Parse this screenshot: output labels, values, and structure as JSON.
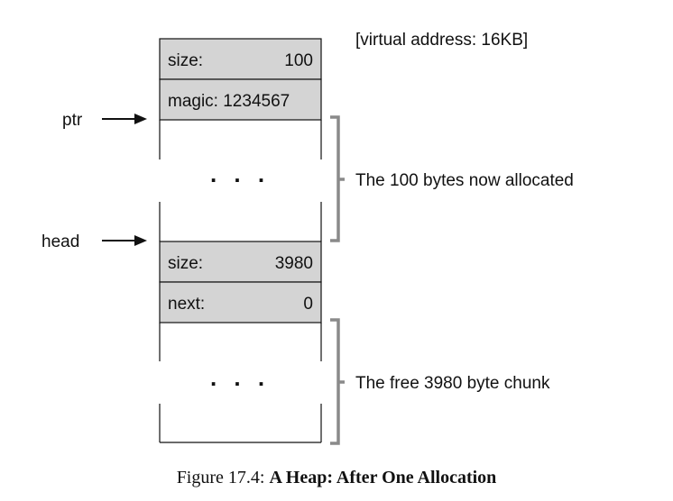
{
  "heap": {
    "address_note": "[virtual address: 16KB]",
    "header1": {
      "size_label": "size:",
      "size_value": "100",
      "magic": "magic: 1234567"
    },
    "allocated_ellipsis": ". . .",
    "allocated_label": "The 100 bytes now allocated",
    "header2": {
      "size_label": "size:",
      "size_value": "3980",
      "next_label": "next:",
      "next_value": "0"
    },
    "free_ellipsis": ". . .",
    "free_label": "The free 3980 byte chunk"
  },
  "pointers": {
    "ptr": "ptr",
    "head": "head"
  },
  "caption": {
    "prefix": "Figure 17.4: ",
    "title": "A Heap: After One Allocation"
  },
  "colors": {
    "header_fill": "#d4d4d4",
    "bracket": "#8a8a8a",
    "line": "#111111"
  }
}
